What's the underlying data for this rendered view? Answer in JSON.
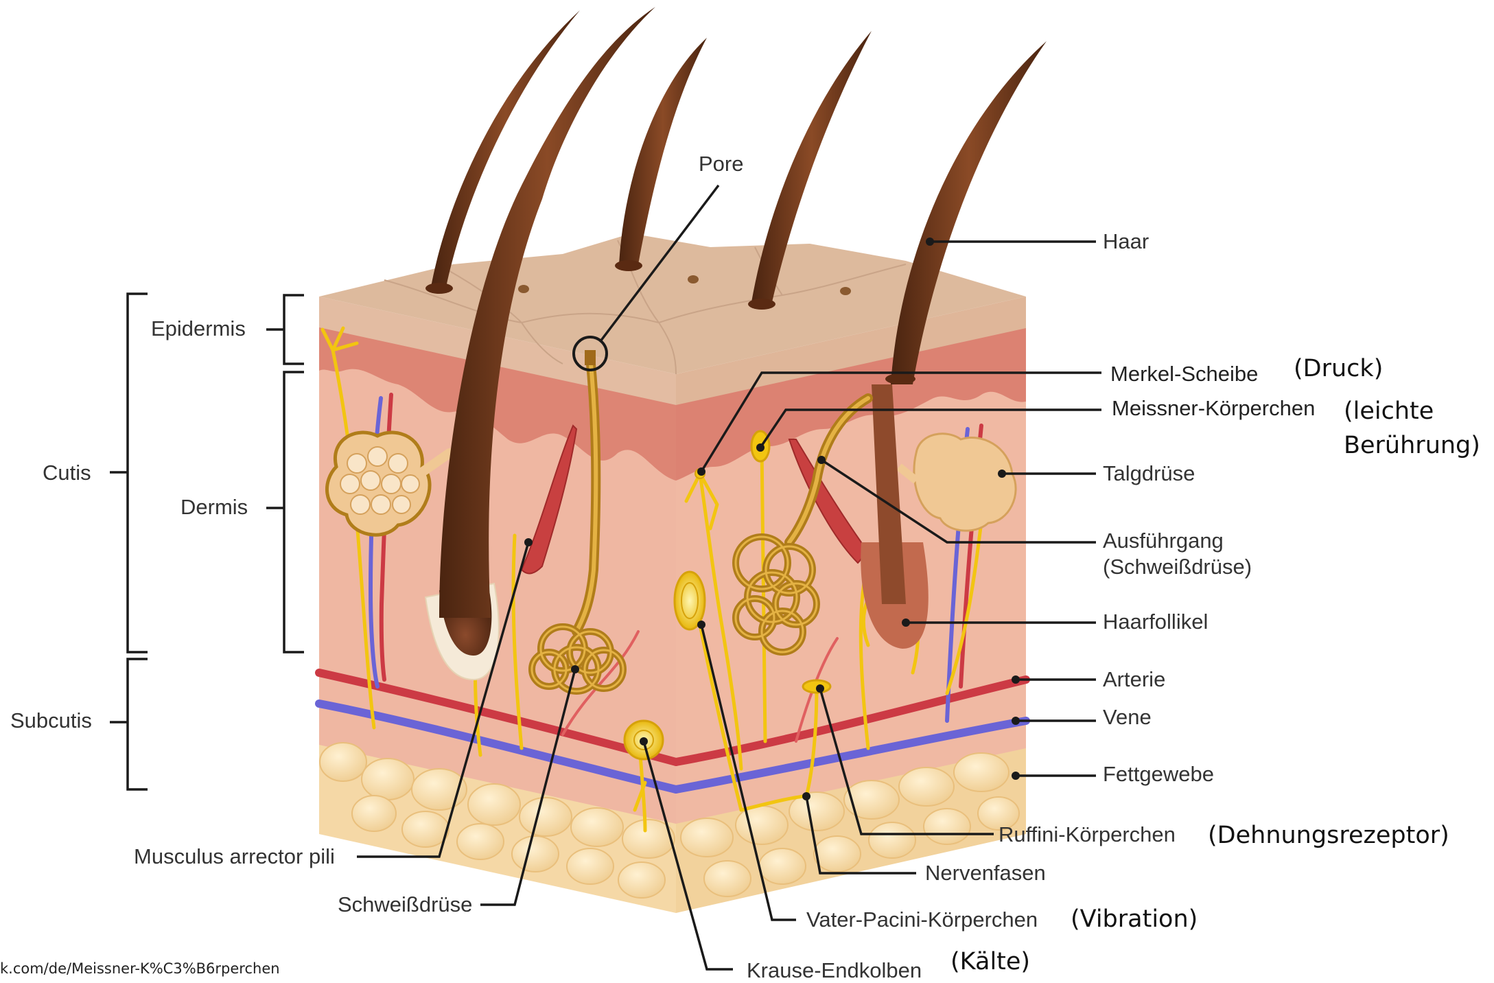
{
  "diagram": {
    "labels": {
      "pore": "Pore",
      "haar": "Haar",
      "merkel": "Merkel-Scheibe",
      "meissner": "Meissner-Körperchen",
      "talgdruese": "Talgdrüse",
      "ausfuehrgang_1": "Ausführgang",
      "ausfuehrgang_2": "(Schweißdrüse)",
      "haarfollikel": "Haarfollikel",
      "arterie": "Arterie",
      "vene": "Vene",
      "fettgewebe": "Fettgewebe",
      "ruffini": "Ruffini-Körperchen",
      "nervenfasen": "Nervenfasen",
      "vater_pacini": "Vater-Pacini-Körperchen",
      "krause": "Krause-Endkolben",
      "musculus": "Musculus arrector pili",
      "schweissdruese": "Schweißdrüse",
      "epidermis": "Epidermis",
      "dermis": "Dermis",
      "cutis": "Cutis",
      "subcutis": "Subcutis"
    },
    "annotations": {
      "druck": "(Druck)",
      "leichte_1": "(leichte",
      "leichte_2": "Berührung)",
      "dehnung": "(Dehnungsrezeptor)",
      "vibration": "(Vibration)",
      "kaelte": "(Kälte)"
    },
    "source_url": "k.com/de/Meissner-K%C3%B6rperchen",
    "colors": {
      "skin_top": "#ddb99a",
      "epidermis_front": "#e7c6ac",
      "dermis": "#efb7a2",
      "dermis_upper": "#dc7f72",
      "fat": "#f5d8a6",
      "hair": "#6b3418",
      "nerve": "#f2c511",
      "artery": "#cc3a44",
      "vein": "#6a64d6",
      "gland": "#b07d1a",
      "sebaceous": "#f0c894"
    }
  }
}
